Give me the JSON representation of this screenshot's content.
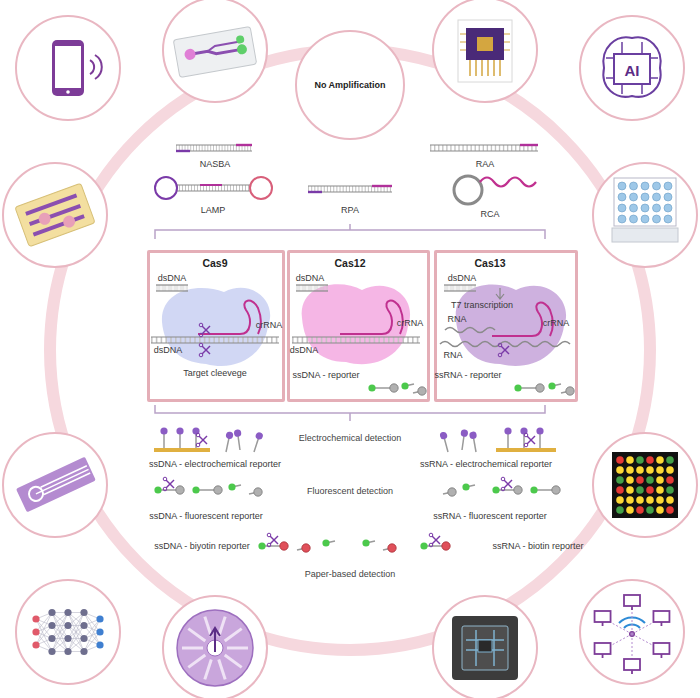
{
  "diagram": {
    "nodes": [
      {
        "text": [
          "No Amplification"
        ]
      },
      {
        "text": [
          "Cas9",
          "dsDNA",
          "dsDNA",
          "crRNA",
          "Target cleevege"
        ]
      },
      {
        "text": [
          "Cas12",
          "dsDNA",
          "dsDNA",
          "crRNA",
          "ssDNA - reporter"
        ]
      },
      {
        "text": [
          "Cas13",
          "dsDNA",
          "T7 transcription",
          "RNA",
          "RNA",
          "crRNA",
          "ssRNA - reporter"
        ]
      }
    ],
    "labels": [
      "AI",
      "NASBA",
      "RAA",
      "LAMP",
      "RPA",
      "RCA",
      "Electrochemical detection",
      "ssDNA - electrochemical reporter",
      "ssRNA - electrochemical reporter",
      "Fluorescent detection",
      "ssDNA - fluorescent reporter",
      "ssRNA - fluorescent reporter",
      "ssDNA - biyotin reporter",
      "ssRNA - biotin reporter",
      "Paper-based detection"
    ]
  }
}
